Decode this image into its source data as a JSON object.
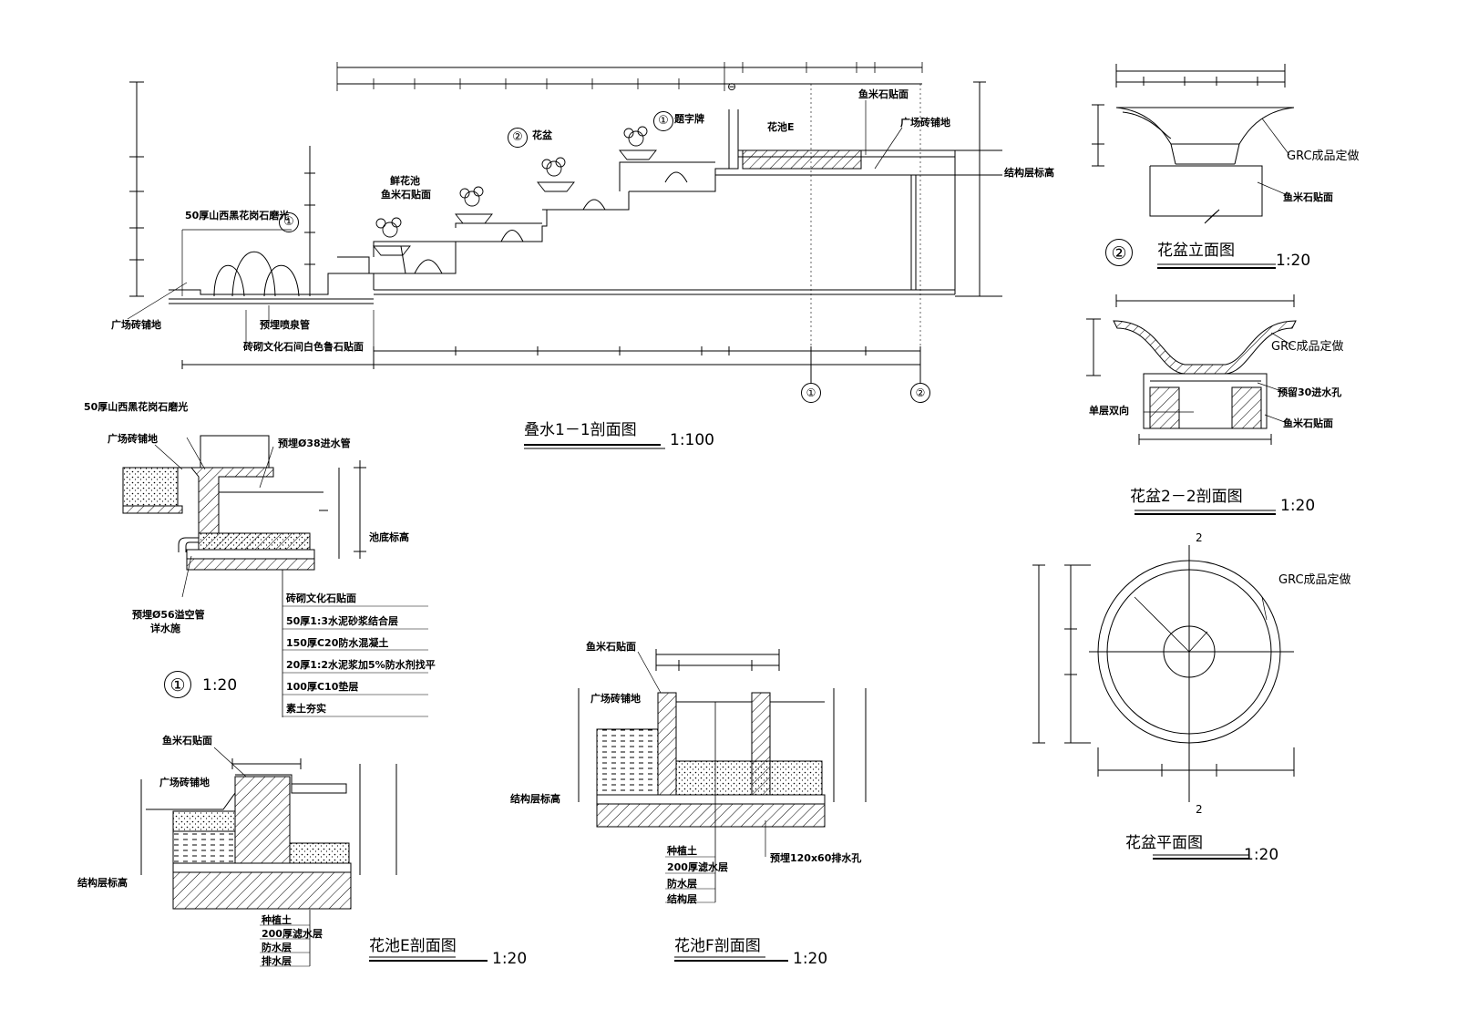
{
  "section_1_1": {
    "title": "叠水1－1剖面图",
    "scale": "1:100",
    "labels": {
      "stone_top": "50厚山西黑花岗石磨光",
      "paving": "广场砖铺地",
      "pipe": "预埋喷泉管",
      "wall": "砖砌文化石间白色鲁石贴面",
      "flower_bed": "鲜花池",
      "fish_tile": "鱼米石贴面",
      "pot": "花盆",
      "pond_e": "花池E",
      "fish_tile2": "鱼米石贴面",
      "paving2": "广场砖铺地",
      "struct_level": "结构层标高",
      "sign": "题字牌"
    },
    "callouts": [
      "①",
      "②",
      "①",
      "②"
    ],
    "axes": [
      "①",
      "②"
    ]
  },
  "pot_elev": {
    "circle": "②",
    "title": "花盆立面图",
    "scale": "1:20",
    "grc": "GRC成品定做",
    "fish": "鱼米石贴面"
  },
  "pot_section": {
    "title": "花盆2－2剖面图",
    "scale": "1:20",
    "grc": "GRC成品定做",
    "hole": "预留30进水孔",
    "rebar": "单层双向",
    "fish": "鱼米石贴面"
  },
  "pot_plan": {
    "title": "花盆平面图",
    "scale": "1:20",
    "grc": "GRC成品定做",
    "cut_marks": [
      "2",
      "2"
    ]
  },
  "detail_1": {
    "circle": "①",
    "scale": "1:20",
    "stone": "50厚山西黑花岗石磨光",
    "paving": "广场砖铺地",
    "pipe": "预埋Ø38进水管",
    "bottom": "池底标高",
    "drain1": "预埋Ø56溢空管",
    "drain2": "详水施",
    "layers": [
      "砖砌文化石贴面",
      "50厚1:3水泥砂浆结合层",
      "150厚C20防水混凝土",
      "20厚1:2水泥浆加5%防水剂找平",
      "100厚C10垫层",
      "素土夯实"
    ]
  },
  "pond_e": {
    "title": "花池E剖面图",
    "scale": "1:20",
    "fish": "鱼米石贴面",
    "paving": "广场砖铺地",
    "struct": "结构层标高",
    "layers": [
      "种植土",
      "200厚滤水层",
      "防水层",
      "排水层"
    ]
  },
  "pond_f": {
    "title": "花池F剖面图",
    "scale": "1:20",
    "fish": "鱼米石贴面",
    "paving": "广场砖铺地",
    "struct": "结构层标高",
    "hole": "预埋120x60排水孔",
    "layers": [
      "种植土",
      "200厚滤水层",
      "防水层",
      "结构层"
    ]
  }
}
